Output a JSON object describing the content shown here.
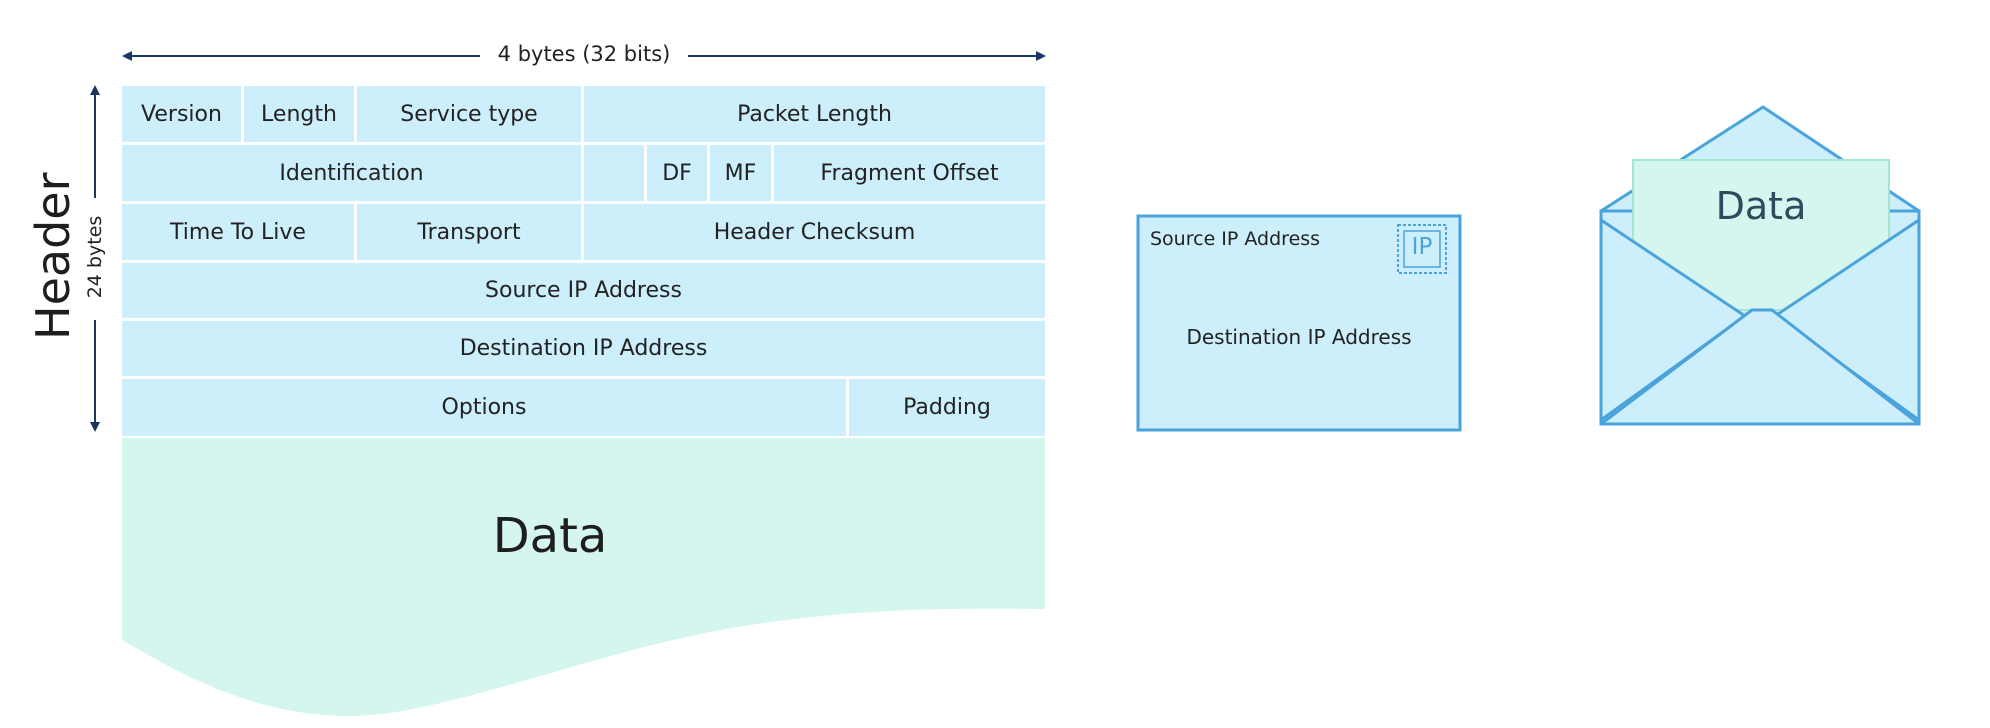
{
  "header_diagram": {
    "width_label": "4 bytes (32 bits)",
    "height_label": "24 bytes",
    "side_label": "Header",
    "rows": [
      {
        "cells": [
          "Version",
          "Length",
          "Service type",
          "Packet Length"
        ]
      },
      {
        "cells": [
          "Identification",
          "",
          "DF",
          "MF",
          "Fragment Offset"
        ]
      },
      {
        "cells": [
          "Time To Live",
          "Transport",
          "Header Checksum"
        ]
      },
      {
        "cells": [
          "Source IP Address"
        ]
      },
      {
        "cells": [
          "Destination IP Address"
        ]
      },
      {
        "cells": [
          "Options",
          "Padding"
        ]
      }
    ],
    "data_label": "Data"
  },
  "envelope": {
    "source": "Source IP Address",
    "stamp": "IP",
    "destination": "Destination IP Address"
  },
  "open_envelope": {
    "letter_label": "Data"
  },
  "colors": {
    "header_cell": "#cdeefb",
    "data_area": "#d4f6ef",
    "envelope_fill": "#cdeefb",
    "envelope_stroke": "#4ba3dc",
    "letter_fill": "#d4f6ef",
    "arrow": "#1b3560"
  }
}
